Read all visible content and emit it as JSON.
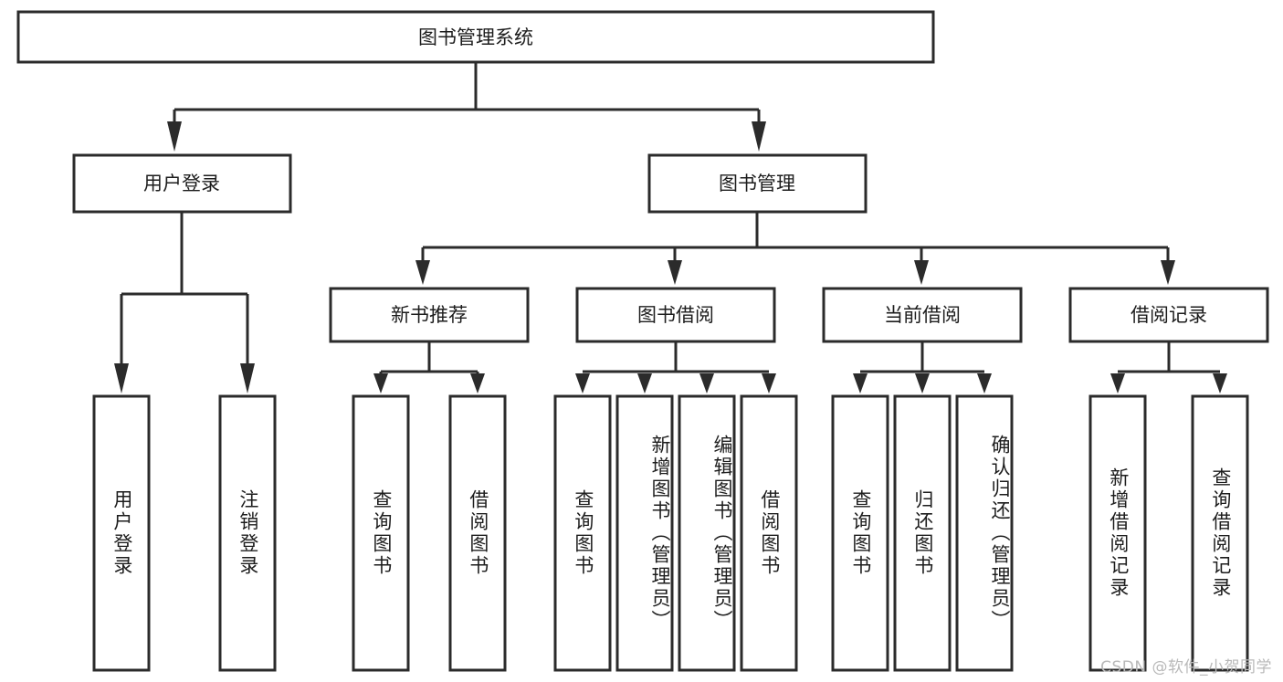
{
  "diagram": {
    "type": "tree-hierarchy-chart",
    "title": "图书管理系统",
    "colors": {
      "box_fill": "#ffffff",
      "box_stroke": "#2b2b2b",
      "text": "#1d1d1d",
      "watermark": "#b9b9b9",
      "background": "#ffffff"
    },
    "root": {
      "label": "图书管理系统",
      "level": 0
    },
    "level2": [
      {
        "id": "user-login",
        "label": "用户登录"
      },
      {
        "id": "book-management",
        "label": "图书管理"
      }
    ],
    "level3": [
      {
        "id": "new-book-recommend",
        "label": "新书推荐",
        "parent": "book-management"
      },
      {
        "id": "book-borrow",
        "label": "图书借阅",
        "parent": "book-management"
      },
      {
        "id": "current-borrow",
        "label": "当前借阅",
        "parent": "book-management"
      },
      {
        "id": "borrow-record",
        "label": "借阅记录",
        "parent": "book-management"
      }
    ],
    "leaves": [
      {
        "id": "leaf-user-login",
        "label": "用户登录",
        "parent": "user-login"
      },
      {
        "id": "leaf-logout-login",
        "label": "注销登录",
        "parent": "user-login"
      },
      {
        "id": "leaf-query-book-1",
        "label": "查询图书",
        "parent": "new-book-recommend"
      },
      {
        "id": "leaf-borrow-book-1",
        "label": "借阅图书",
        "parent": "new-book-recommend"
      },
      {
        "id": "leaf-query-book-2",
        "label": "查询图书",
        "parent": "book-borrow"
      },
      {
        "id": "leaf-add-book",
        "label": "新增图书（管理员）",
        "parent": "book-borrow"
      },
      {
        "id": "leaf-edit-book",
        "label": "编辑图书（管理员）",
        "parent": "book-borrow"
      },
      {
        "id": "leaf-borrow-book-2",
        "label": "借阅图书",
        "parent": "book-borrow"
      },
      {
        "id": "leaf-query-book-3",
        "label": "查询图书",
        "parent": "current-borrow"
      },
      {
        "id": "leaf-return-book",
        "label": "归还图书",
        "parent": "current-borrow"
      },
      {
        "id": "leaf-confirm-return",
        "label": "确认归还（管理员）",
        "parent": "current-borrow"
      },
      {
        "id": "leaf-add-record",
        "label": "新增借阅记录",
        "parent": "borrow-record"
      },
      {
        "id": "leaf-query-record",
        "label": "查询借阅记录",
        "parent": "borrow-record"
      }
    ],
    "watermark": "CSDN @软件_小贺同学"
  }
}
